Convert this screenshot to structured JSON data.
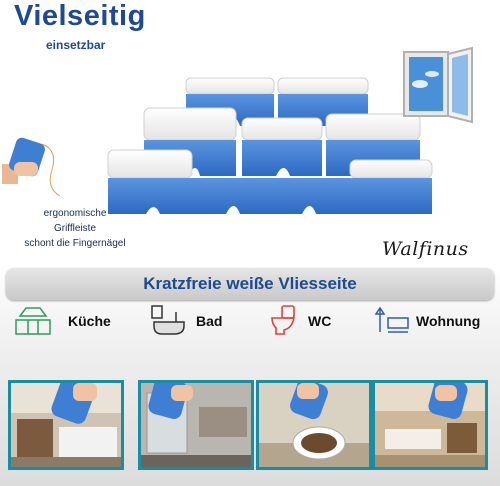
{
  "header": {
    "title": "Vielseitig",
    "subtitle": "einsetzbar"
  },
  "feature": {
    "line1": "ergonomische",
    "line2": "Griffleiste",
    "line3": "schont die Fingernägel"
  },
  "brand": "Walfinus",
  "banner": {
    "text": "Kratzfreie weiße Vliesseite"
  },
  "rooms": [
    {
      "label": "Küche",
      "icon": "kitchen-icon"
    },
    {
      "label": "Bad",
      "icon": "bathroom-icon"
    },
    {
      "label": "WC",
      "icon": "toilet-icon"
    },
    {
      "label": "Wohnung",
      "icon": "living-room-icon"
    }
  ],
  "colors": {
    "accent": "#1f4a8f",
    "sponge": "#3f7fd3",
    "frame": "#1a8da5",
    "icon_red": "#d6453d"
  }
}
